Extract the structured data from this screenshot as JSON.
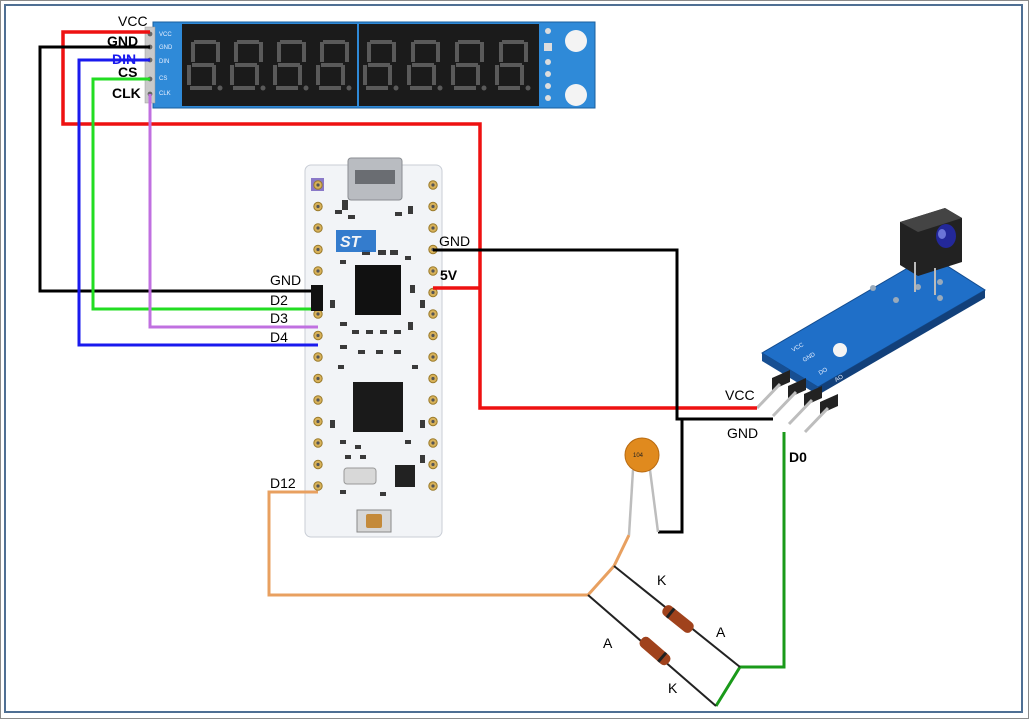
{
  "display_module": {
    "pins": [
      "VCC",
      "GND",
      "DIN",
      "CS",
      "CLK"
    ],
    "silk_pins": [
      "VCC",
      "GND",
      "DIN",
      "CS",
      "CLK"
    ]
  },
  "board": {
    "left_pins": [
      "GND",
      "D2",
      "D3",
      "D4",
      "D12"
    ],
    "right_pins": [
      "GND",
      "5V"
    ]
  },
  "sensor": {
    "pins": [
      "VCC",
      "GND",
      "D0"
    ],
    "silk_pins": [
      "VCC",
      "GND",
      "DO",
      "AO"
    ]
  },
  "capacitor": {
    "label": "104"
  },
  "diodes": {
    "upper": {
      "anode": "A",
      "cathode": "K"
    },
    "lower": {
      "anode": "A",
      "cathode": "K"
    }
  },
  "colors": {
    "vcc_wire": "#ee1111",
    "gnd_wire": "#000000",
    "din_wire": "#1a1aee",
    "cs_wire": "#22dd22",
    "clk_wire": "#c070e0",
    "d12_wire": "#e8a060",
    "d0_wire": "#1a9a1a",
    "pcb_blue": "#1f6fc8",
    "board_white": "#f2f4f7"
  }
}
